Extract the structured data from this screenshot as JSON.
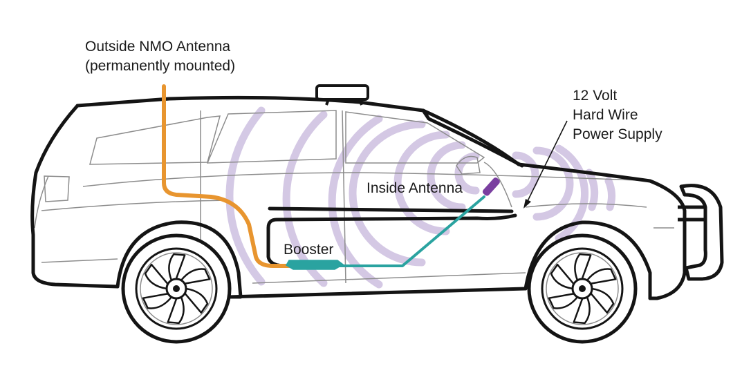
{
  "labels": {
    "outside_antenna": {
      "line1": "Outside NMO Antenna",
      "line2": "(permanently mounted)"
    },
    "power_supply": {
      "line1": "12 Volt",
      "line2": "Hard Wire",
      "line3": "Power Supply"
    },
    "inside_antenna": "Inside Antenna",
    "booster": "Booster"
  },
  "colors": {
    "outline": "#141414",
    "detail": "#8c8c8c",
    "outside_cable": "#e8952f",
    "inside_cable": "#2aa3a0",
    "booster": "#2aa3a0",
    "inside_antenna": "#7a3fa0",
    "signal_waves": "#cdbfe0"
  },
  "icons": [
    "suv-vehicle",
    "roof-light-bar",
    "wheel-rim",
    "push-bumper",
    "signal-wave"
  ]
}
